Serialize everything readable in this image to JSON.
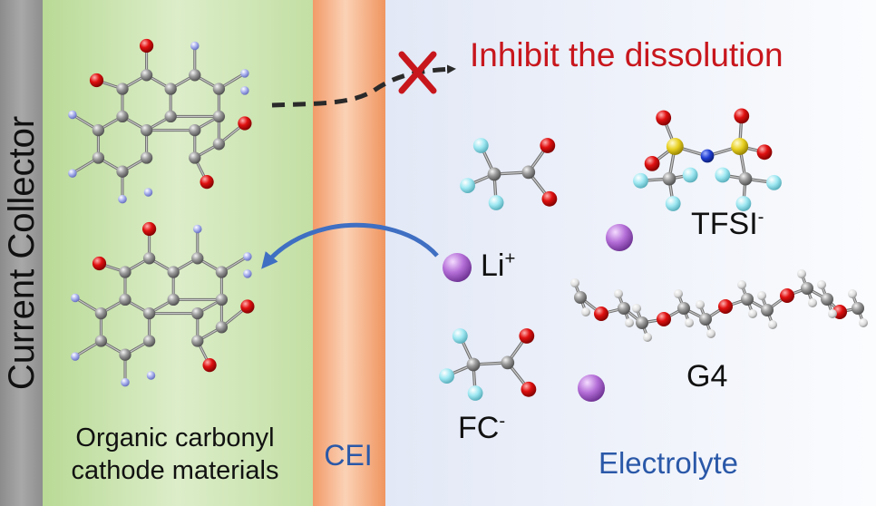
{
  "regions": {
    "collector": "Current Collector",
    "cathode_line1": "Organic carbonyl",
    "cathode_line2": "cathode materials",
    "cei": "CEI",
    "electrolyte": "Electrolyte"
  },
  "annotation": {
    "inhibit": "Inhibit the dissolution"
  },
  "species": {
    "tfsi": "TFSI",
    "tfsi_charge": "-",
    "li": "Li",
    "li_charge": "+",
    "g4": "G4",
    "fc": "FC",
    "fc_charge": "-"
  },
  "colors": {
    "collector": "#9a9a9a",
    "cathode_region": "#cfe5b3",
    "cei": "#f3a979",
    "electrolyte_region": "#e9eef8",
    "accent_red": "#c8161d",
    "blue_text": "#2a58a8",
    "lithium": "#b56fd8",
    "carbon": "#8c8c8c",
    "oxygen": "#e01010",
    "hydrogen_n": "#9aa3e6",
    "fluorine": "#8fe3ee",
    "sulfur": "#e8d020",
    "nitrogen": "#1f3ed1",
    "arrow_blue": "#3f6fc2"
  }
}
